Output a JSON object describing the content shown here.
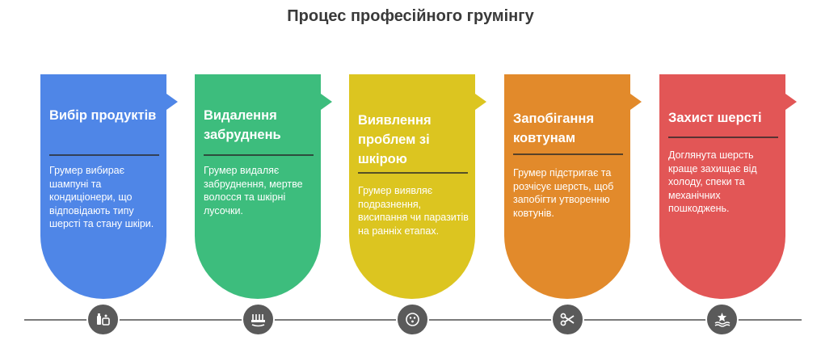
{
  "title": "Процес професійного грумінгу",
  "steps": [
    {
      "title": "Вибір продуктів",
      "description": "Грумер вибирає шампуні та кондиціонери, що відповідають типу шерсті та стану шкіри.",
      "color": "#4f86e7",
      "icon": "grooming-products-icon"
    },
    {
      "title": "Видалення забруднень",
      "description": "Грумер видаляє забруднення, мертве волосся та шкірні лусочки.",
      "color": "#3dbd7d",
      "icon": "cleaning-comb-icon"
    },
    {
      "title": "Виявлення проблем зі шкірою",
      "description": "Грумер виявляє подразнення, висипання чи паразитів на ранніх етапах.",
      "color": "#dcc520",
      "icon": "skin-check-icon"
    },
    {
      "title": "Запобігання ковтунам",
      "description": "Грумер підстригає та розчісує шерсть, щоб запобігти утворенню ковтунів.",
      "color": "#e28a2b",
      "icon": "scissors-icon"
    },
    {
      "title": "Захист шерсті",
      "description": "Доглянута шерсть краще захищає від холоду, спеки та механічних пошкоджень.",
      "color": "#e25656",
      "icon": "coat-protection-icon"
    }
  ]
}
